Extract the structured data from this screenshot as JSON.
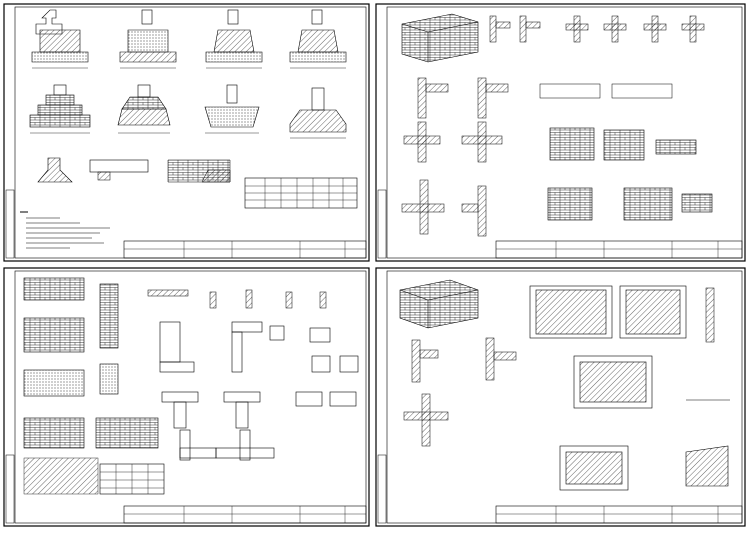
{
  "sheets": [
    {
      "id": "sheet-1",
      "title_block": {
        "company": "",
        "drawing_title": "",
        "number": ""
      }
    },
    {
      "id": "sheet-2",
      "title_block": {
        "company": "",
        "drawing_title": "",
        "number": ""
      }
    },
    {
      "id": "sheet-3",
      "title_block": {
        "company": "",
        "drawing_title": "",
        "number": ""
      }
    },
    {
      "id": "sheet-4",
      "title_block": {
        "company": "",
        "drawing_title": "",
        "number": ""
      }
    }
  ],
  "colors": {
    "background": "#ffffff",
    "line": "#000000",
    "hatch_fill": "#cfcfcf",
    "border": "#000000"
  }
}
